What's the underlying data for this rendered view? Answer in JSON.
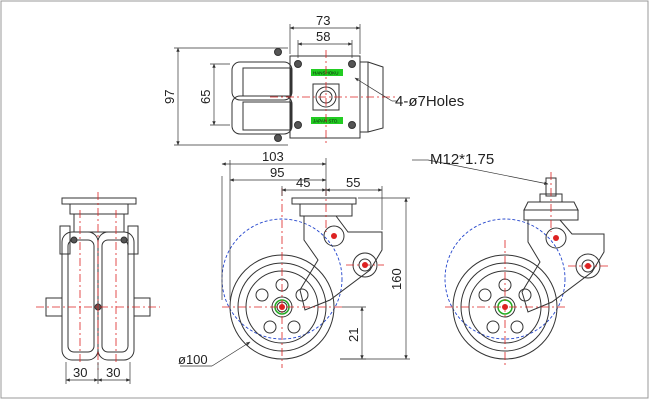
{
  "top_view": {
    "dim_width_outer": "73",
    "dim_width_inner": "58",
    "dim_height_outer": "97",
    "dim_height_inner": "65",
    "hole_callout": "4-ø7Holes",
    "plate_label_top": "HANSHOKU",
    "plate_label_bottom": "JAPAN STD."
  },
  "side_view": {
    "dim_103": "103",
    "dim_95": "95",
    "dim_45": "45",
    "dim_55": "55",
    "dim_160": "160",
    "dim_21": "21",
    "wheel_diameter": "ø100"
  },
  "stem_view": {
    "thread_callout": "M12*1.75"
  },
  "front_view": {
    "dim_left": "30",
    "dim_right": "30"
  },
  "colors": {
    "outline": "#333333",
    "centerline": "#dd2222",
    "swivel_circle": "#2244cc",
    "axle_green": "#22aa22",
    "label_green": "#22cc22",
    "frame": "#999999"
  }
}
